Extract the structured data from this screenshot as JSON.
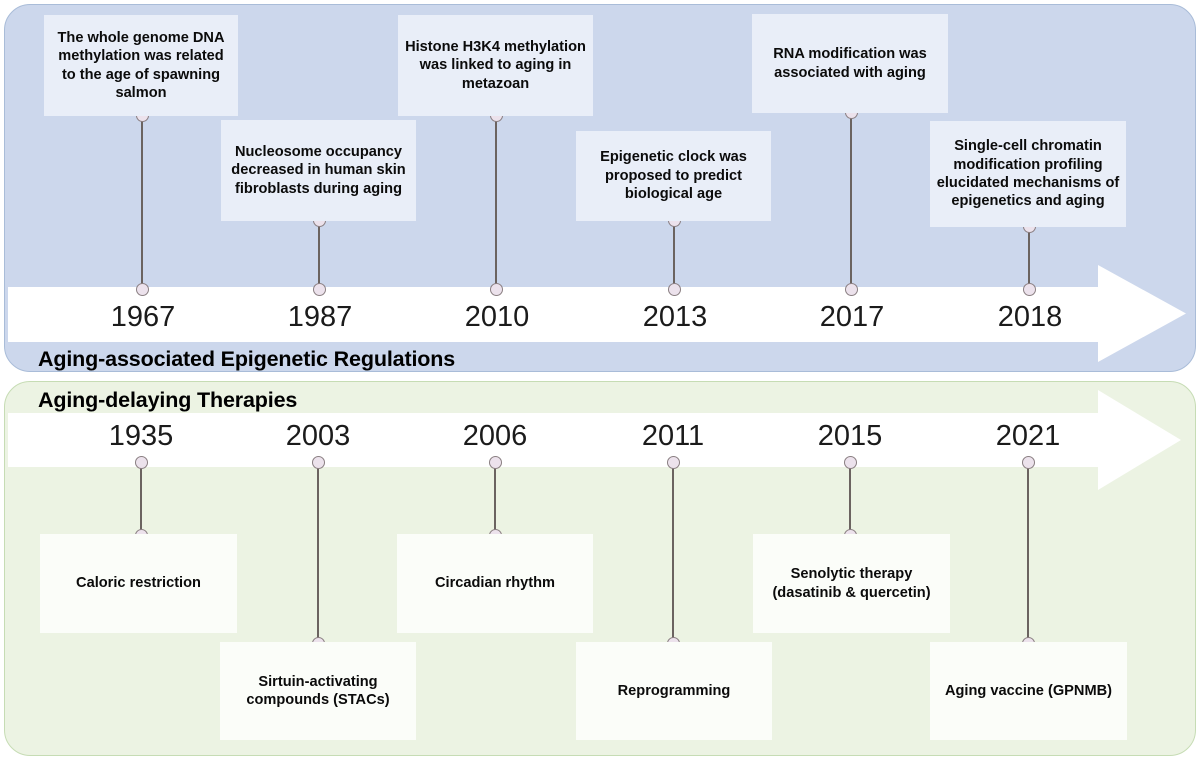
{
  "figure": {
    "kind": "two-track-timeline",
    "colors": {
      "top_panel_fill": "#ccd7ec",
      "top_panel_border": "#a9bcd8",
      "top_box_fill": "#e9eef8",
      "bottom_panel_fill": "#ecf3e3",
      "bottom_panel_border": "#c6dcb4",
      "bottom_box_fill": "#fbfdf9",
      "arrow_fill": "#ffffff",
      "connector_line": "#6b6360",
      "connector_dot_fill": "#ece2ec",
      "connector_dot_border": "#8a7f82",
      "text": "#000000",
      "year_text": "#1b1b1b"
    }
  },
  "top_track": {
    "title": "Aging-associated Epigenetic Regulations",
    "arrow_direction": "right",
    "events": [
      {
        "year": "1967",
        "label": "The whole genome DNA methylation was related to the age of spawning salmon",
        "box_side": "above"
      },
      {
        "year": "1987",
        "label": "Nucleosome occupancy decreased in human skin fibroblasts during aging",
        "box_side": "above"
      },
      {
        "year": "2010",
        "label": "Histone H3K4 methylation was linked to aging in metazoan",
        "box_side": "above"
      },
      {
        "year": "2013",
        "label": "Epigenetic clock was proposed to predict biological age",
        "box_side": "above"
      },
      {
        "year": "2017",
        "label": "RNA modification was associated with aging",
        "box_side": "above"
      },
      {
        "year": "2018",
        "label": "Single-cell chromatin modification profiling elucidated mechanisms of epigenetics and aging",
        "box_side": "above"
      }
    ]
  },
  "bottom_track": {
    "title": "Aging-delaying Therapies",
    "arrow_direction": "right",
    "events": [
      {
        "year": "1935",
        "label": "Caloric restriction",
        "box_side": "below"
      },
      {
        "year": "2003",
        "label": "Sirtuin-activating compounds (STACs)",
        "box_side": "below"
      },
      {
        "year": "2006",
        "label": "Circadian rhythm",
        "box_side": "below"
      },
      {
        "year": "2011",
        "label": "Reprogramming",
        "box_side": "below"
      },
      {
        "year": "2015",
        "label": "Senolytic therapy (dasatinib & quercetin)",
        "box_side": "below"
      },
      {
        "year": "2021",
        "label": "Aging vaccine (GPNMB)",
        "box_side": "below"
      }
    ]
  }
}
